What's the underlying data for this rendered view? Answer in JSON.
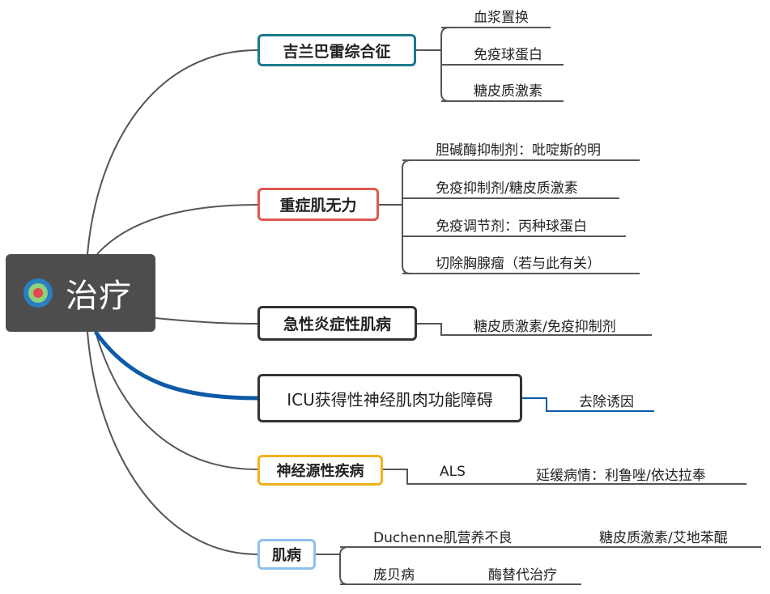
{
  "root": {
    "label": "治疗"
  },
  "branches": {
    "gbs": {
      "label": "吉兰巴雷综合征",
      "children": [
        "血浆置换",
        "免疫球蛋白",
        "糖皮质激素"
      ]
    },
    "mg": {
      "label": "重症肌无力",
      "children": [
        "胆碱酶抑制剂：吡啶斯的明",
        "免疫抑制剂/糖皮质激素",
        "免疫调节剂：丙种球蛋白",
        "切除胸腺瘤（若与此有关）"
      ]
    },
    "myositis": {
      "label": "急性炎症性肌病",
      "children": [
        "糖皮质激素/免疫抑制剂"
      ]
    },
    "icu": {
      "label": "ICU获得性神经肌肉功能障碍",
      "children": [
        "去除诱因"
      ]
    },
    "neuro": {
      "label": "神经源性疾病",
      "children": [
        {
          "label": "ALS",
          "child": "延缓病情：利鲁唑/依达拉奉"
        }
      ]
    },
    "myopathy": {
      "label": "肌病",
      "children": [
        {
          "label": "Duchenne肌营养不良",
          "child": "糖皮质激素/艾地苯醌"
        },
        {
          "label": "庞贝病",
          "child": "酶替代治疗"
        }
      ]
    }
  },
  "colors": {
    "gbs": "#1a7a8c",
    "mg": "#e0574f",
    "myositis": "#333333",
    "icu": "#333333",
    "icu_link": "#0d5aa7",
    "neuro": "#f2b21c",
    "myopathy": "#8ec1ee",
    "line": "#555555"
  }
}
